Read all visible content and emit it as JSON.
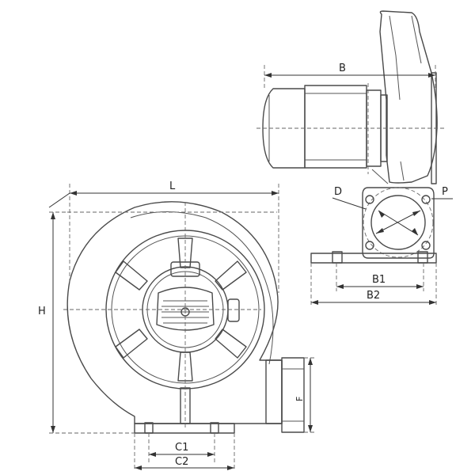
{
  "labels": {
    "B": "B",
    "L": "L",
    "H": "H",
    "D": "D",
    "P": "P",
    "B1": "B1",
    "B2": "B2",
    "C1": "C1",
    "C2": "C2",
    "F": "F"
  }
}
